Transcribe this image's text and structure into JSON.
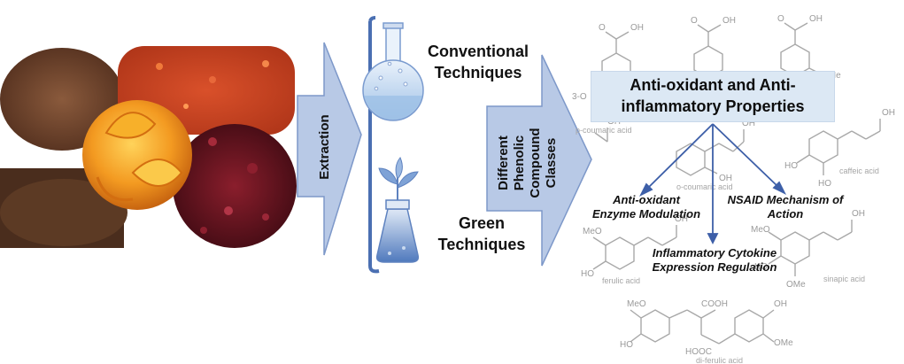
{
  "extraction_label": "Extraction",
  "techniques": {
    "conventional": [
      "Conventional",
      "Techniques"
    ],
    "green": [
      "Green",
      "Techniques"
    ]
  },
  "classes_label": [
    "Different",
    "Phenolic",
    "Compound",
    "Classes"
  ],
  "properties_title": [
    "Anti-oxidant and Anti-",
    "inflammatory Properties"
  ],
  "mechanisms": [
    {
      "lines": [
        "Anti-oxidant",
        "Enzyme Modulation"
      ]
    },
    {
      "lines": [
        "NSAID Mechanism of",
        "Action"
      ]
    },
    {
      "lines": [
        "Inflammatory Cytokine",
        "Expression Regulation"
      ]
    }
  ],
  "compounds": {
    "p_coumaric": "p-coumaric acid",
    "o_coumaric": "o-coumaric acid",
    "caffeic": "caffeic acid",
    "ferulic": "ferulic acid",
    "sinapic": "sinapic acid",
    "di_ferulic": "di-ferulic acid"
  },
  "chem_labels": {
    "oh": "OH",
    "ho": "HO",
    "meo": "MeO",
    "ome": "OMe",
    "hooc": "HOOC",
    "cooh": "COOH",
    "o": "O",
    "three_o": "3-O"
  },
  "colors": {
    "arrow_fill": "#b8c9e6",
    "arrow_stroke": "#7d98c9",
    "bracket": "#4a6fb2",
    "box_fill": "#dce8f4",
    "connector": "#3d5fa8"
  }
}
